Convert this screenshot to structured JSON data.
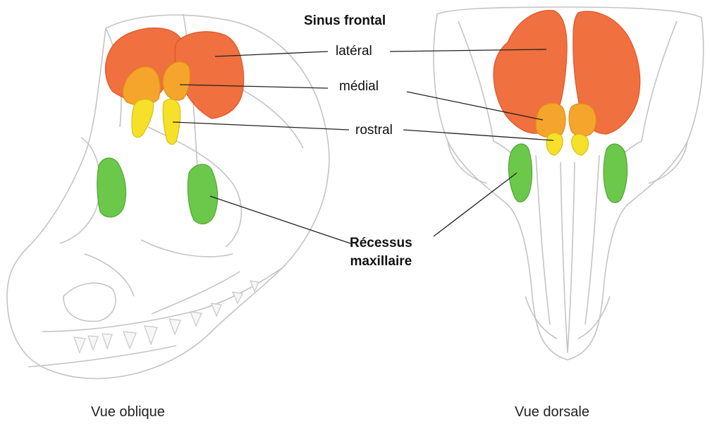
{
  "title": "Sinus frontal",
  "labels": {
    "lateral": "latéral",
    "medial": "médial",
    "rostral": "rostral",
    "recess_line1": "Récessus",
    "recess_line2": "maxillaire"
  },
  "captions": {
    "oblique": "Vue oblique",
    "dorsal": "Vue dorsale"
  },
  "colors": {
    "lateral_sinus": "#f0703f",
    "medial_sinus": "#f5a52c",
    "rostral_sinus": "#f7e02a",
    "maxillary_recess": "#6cc84a",
    "skull_outline": "#bdbdbd",
    "leader_line": "#222222"
  }
}
